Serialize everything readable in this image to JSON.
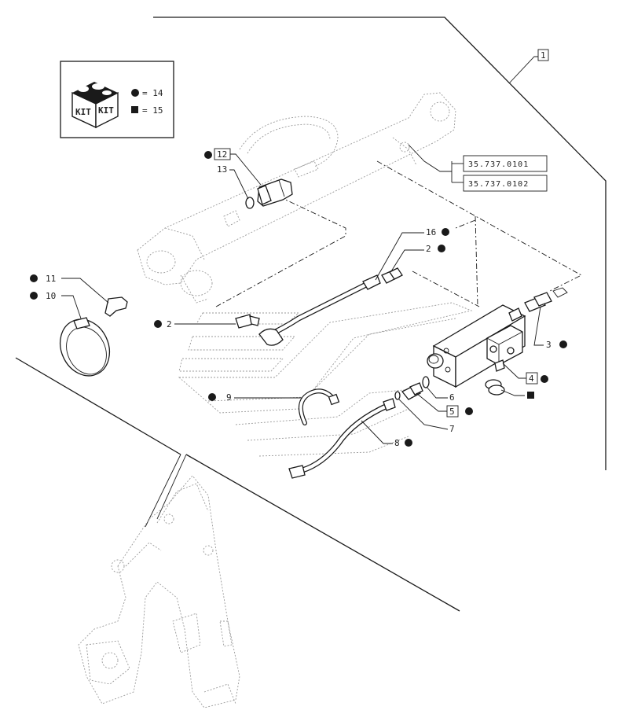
{
  "legend": {
    "kit_text": "KIT",
    "circle_value": "= 14",
    "square_value": "= 15"
  },
  "callouts": {
    "item_1": "1",
    "item_2a": "2",
    "item_2b": "2",
    "item_3": "3",
    "item_4": "4",
    "item_5": "5",
    "item_6": "6",
    "item_7": "7",
    "item_8": "8",
    "item_9": "9",
    "item_10": "10",
    "item_11": "11",
    "item_12": "12",
    "item_13": "13",
    "item_16": "16"
  },
  "references": {
    "ref_a": "35.737.0101",
    "ref_b": "35.737.0102"
  },
  "colors": {
    "ink": "#1a1a1a",
    "ghost": "#9a9a9a",
    "background": "#ffffff"
  }
}
